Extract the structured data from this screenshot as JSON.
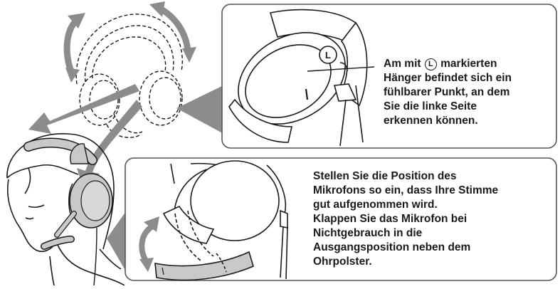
{
  "top_callout": {
    "lines": [
      {
        "before": "Am mit ",
        "symbol": "L",
        "after": " markierten"
      },
      {
        "text": "Hänger befindet sich ein"
      },
      {
        "text": "fühlbarer Punkt, an dem"
      },
      {
        "text": "Sie die linke Seite"
      },
      {
        "text": "erkennen können."
      }
    ]
  },
  "bottom_callout": {
    "lines": [
      "Stellen Sie die Position des",
      "Mikrofons so ein, dass Ihre Stimme",
      "gut aufgenommen wird.",
      "Klappen Sie das Mikrofon bei",
      "Nichtgebrauch in die",
      "Ausgangsposition neben dem",
      "Ohrpolster."
    ]
  },
  "left_marker_symbol": "L",
  "colors": {
    "stroke": "#1a1a1a",
    "arrow_gray": "#8c8c8c",
    "headset_gray": "#c9c9c9",
    "panel_border": "#555555"
  }
}
